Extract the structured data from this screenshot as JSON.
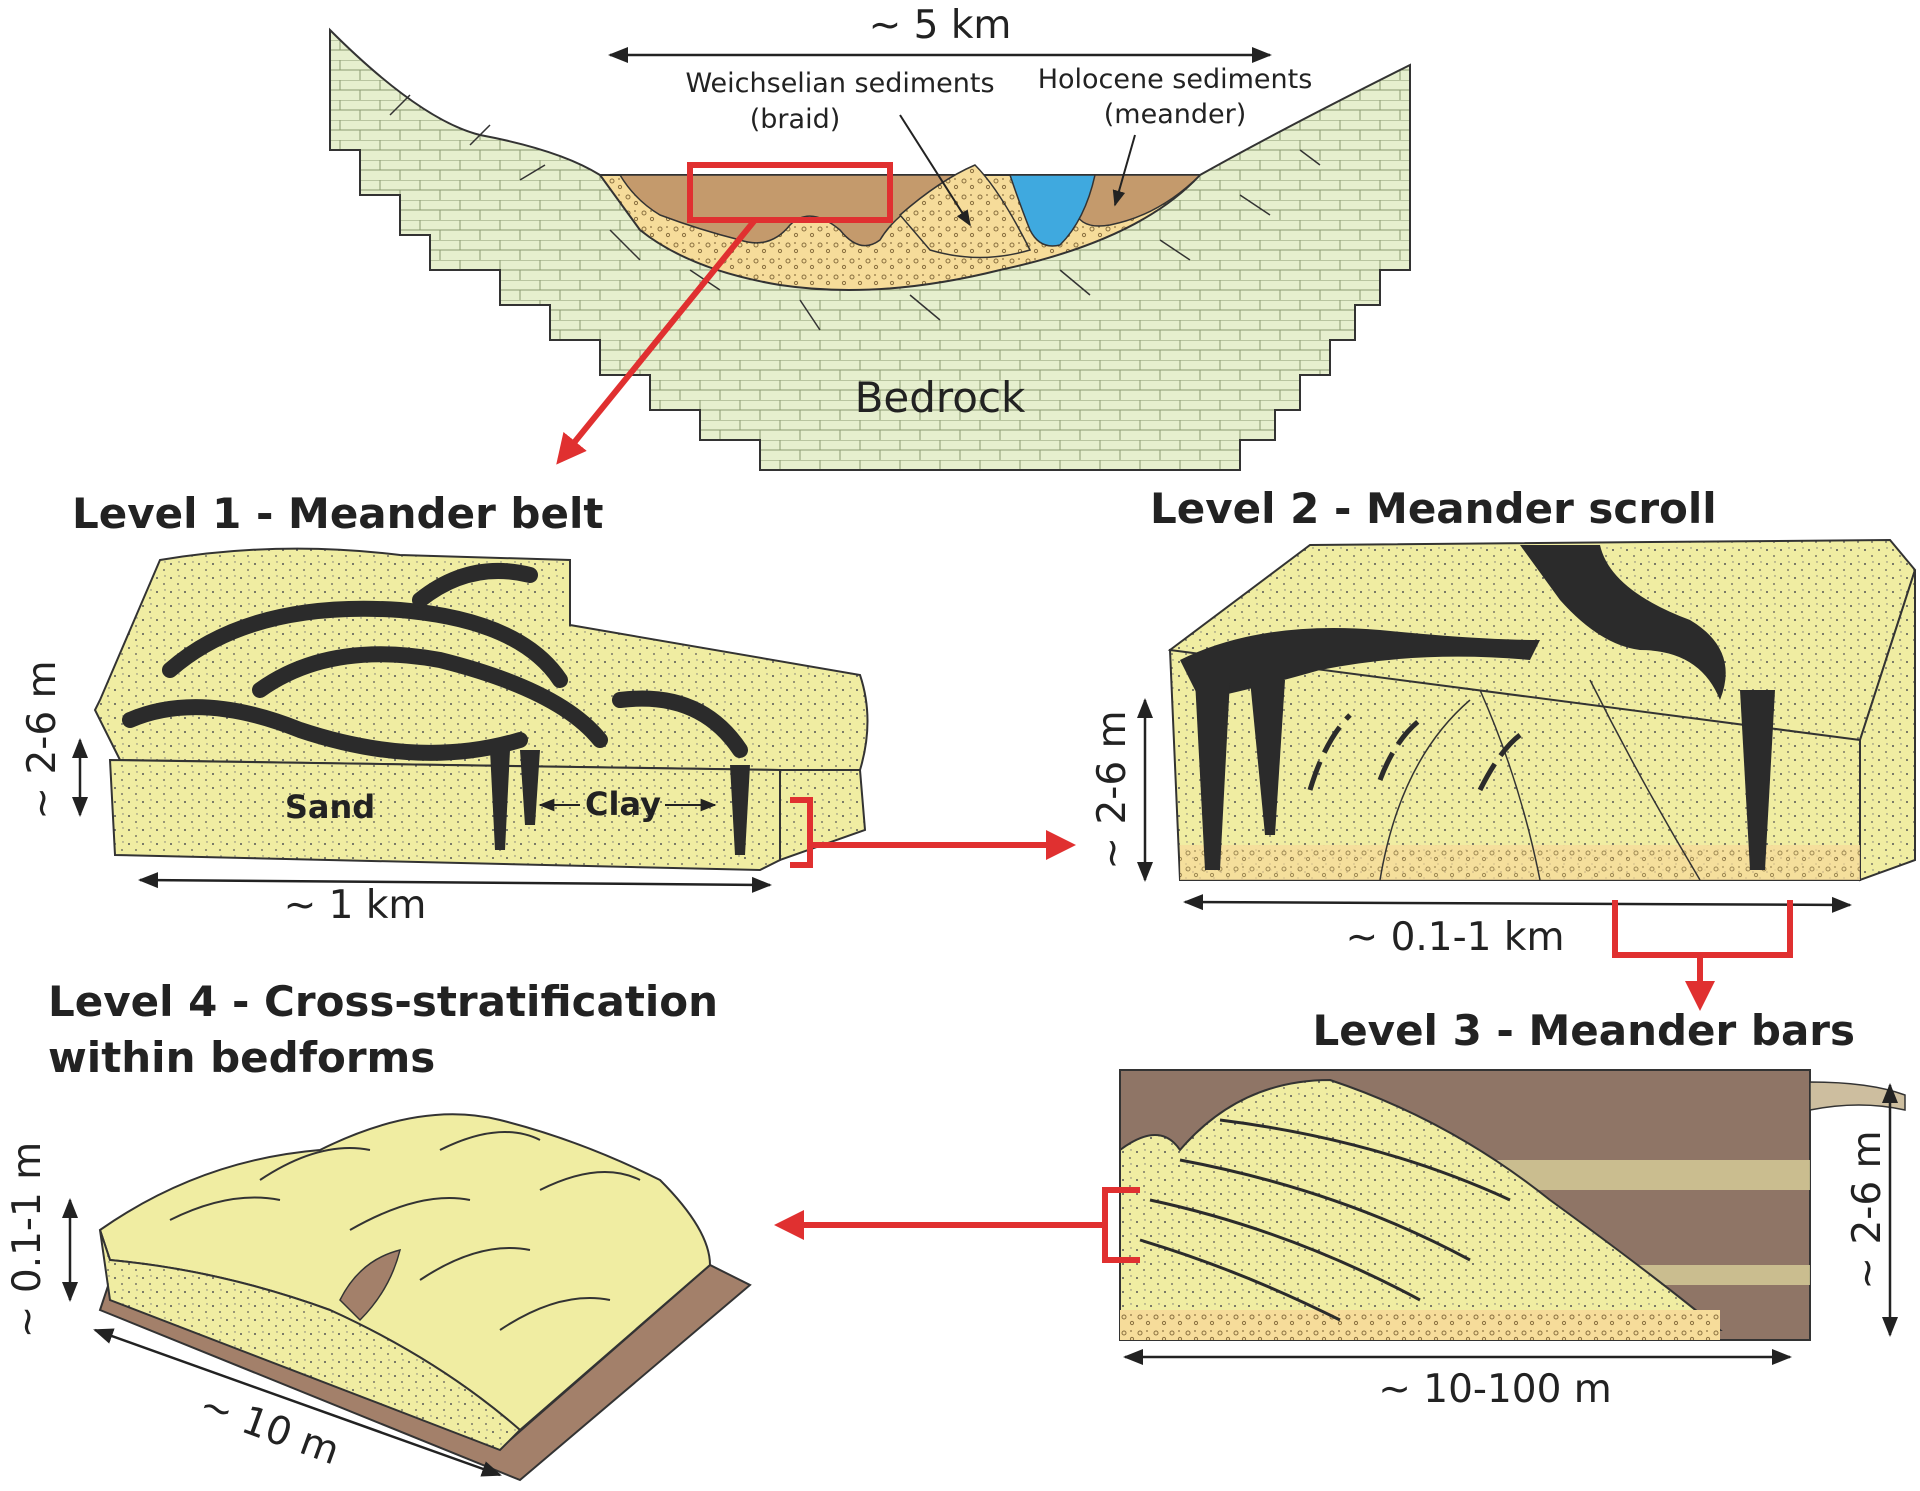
{
  "cross_section": {
    "width_label": "~ 5 km",
    "weichselian_label_line1": "Weichselian sediments",
    "weichselian_label_line2": "(braid)",
    "holocene_label_line1": "Holocene sediments",
    "holocene_label_line2": "(meander)",
    "bedrock_label": "Bedrock"
  },
  "level1": {
    "title": "Level 1 - Meander belt",
    "sand_label": "Sand",
    "clay_label": "Clay",
    "width_label": "~ 1 km",
    "height_label": "~ 2-6 m"
  },
  "level2": {
    "title": "Level 2 - Meander scroll",
    "width_label": "~ 0.1-1 km",
    "height_label": "~ 2-6 m"
  },
  "level3": {
    "title": "Level 3 - Meander bars",
    "width_label": "~ 10-100 m",
    "height_label": "~ 2-6 m"
  },
  "level4": {
    "title_line1": "Level 4 - Cross-stratification",
    "title_line2": "within bedforms",
    "width_label": "~ 10 m",
    "height_label": "~ 0.1-1 m"
  },
  "colors": {
    "sand": "#f0eda2",
    "bedrock": "#e6efce",
    "clay": "#2b2b2b",
    "mud": "#c49a6c",
    "water": "#3fa9df",
    "highlight": "#e03030"
  }
}
